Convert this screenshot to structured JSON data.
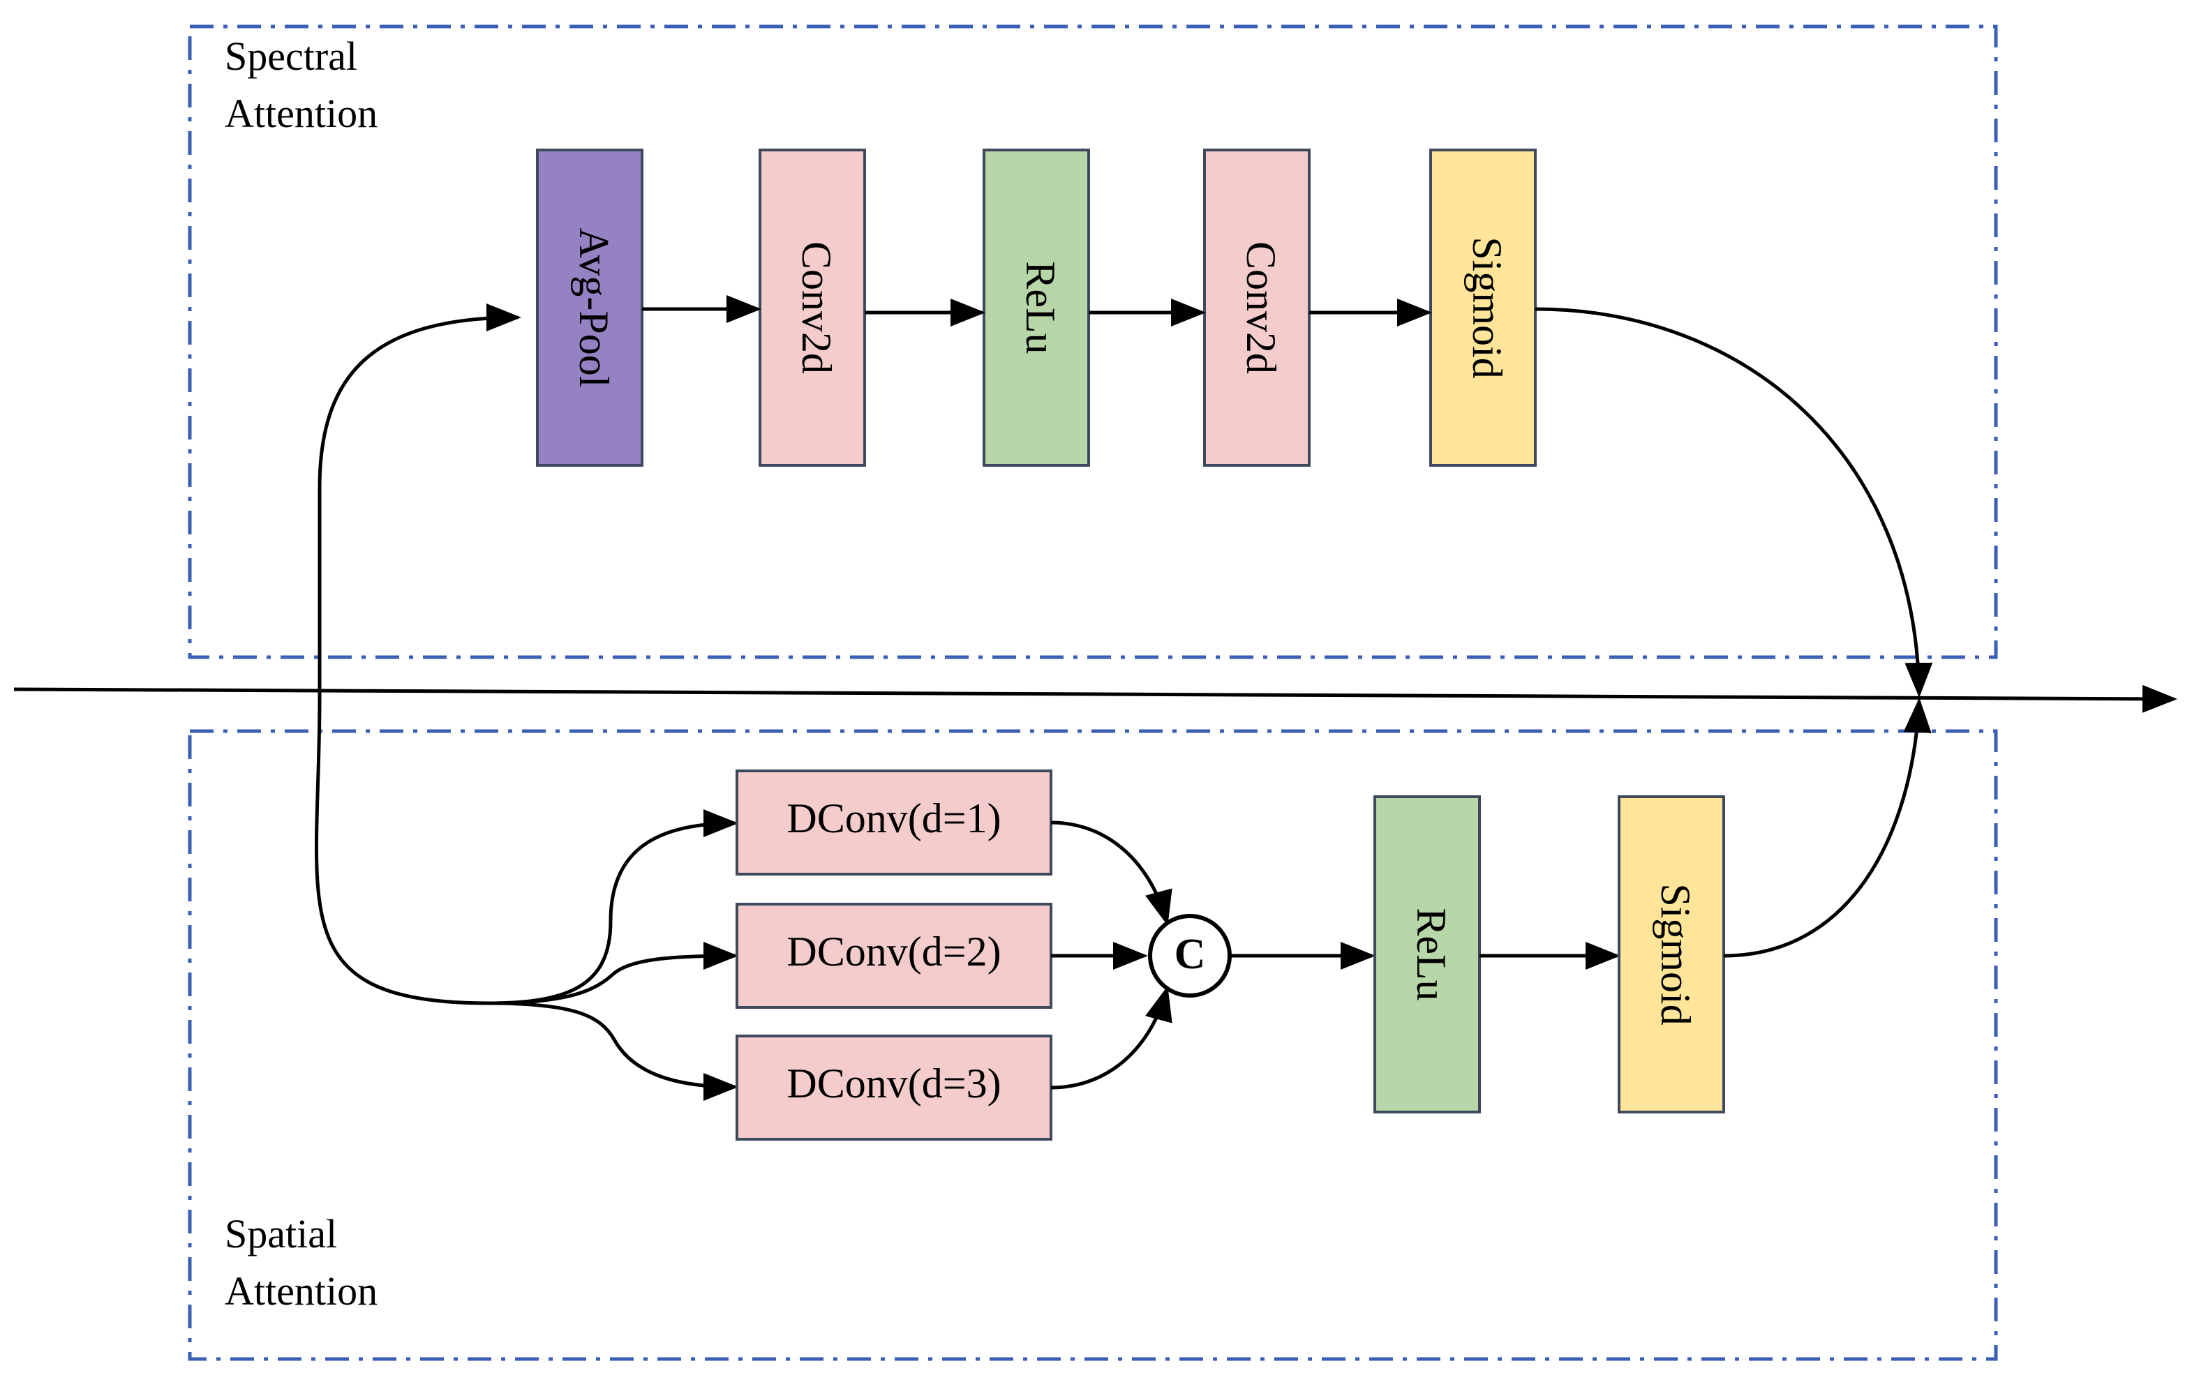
{
  "colors": {
    "avg_pool": "#9582c3",
    "conv2d": "#f4cccc",
    "relu": "#b7d7a8",
    "sigmoid": "#ffe599",
    "dconv": "#f4cccc",
    "region_border": "#3a5fb5"
  },
  "regions": {
    "spectral": {
      "line1": "Spectral",
      "line2": "Attention"
    },
    "spatial": {
      "line1": "Spatial",
      "line2": "Attention"
    }
  },
  "spectral_blocks": [
    {
      "label": "Avg-Pool"
    },
    {
      "label": "Conv2d"
    },
    {
      "label": "ReLu"
    },
    {
      "label": "Conv2d"
    },
    {
      "label": "Sigmoid"
    }
  ],
  "spatial_branches": [
    {
      "label": "DConv(d=1)"
    },
    {
      "label": "DConv(d=2)"
    },
    {
      "label": "DConv(d=3)"
    }
  ],
  "concat": {
    "label": "C"
  },
  "spatial_blocks": [
    {
      "label": "ReLu"
    },
    {
      "label": "Sigmoid"
    }
  ]
}
